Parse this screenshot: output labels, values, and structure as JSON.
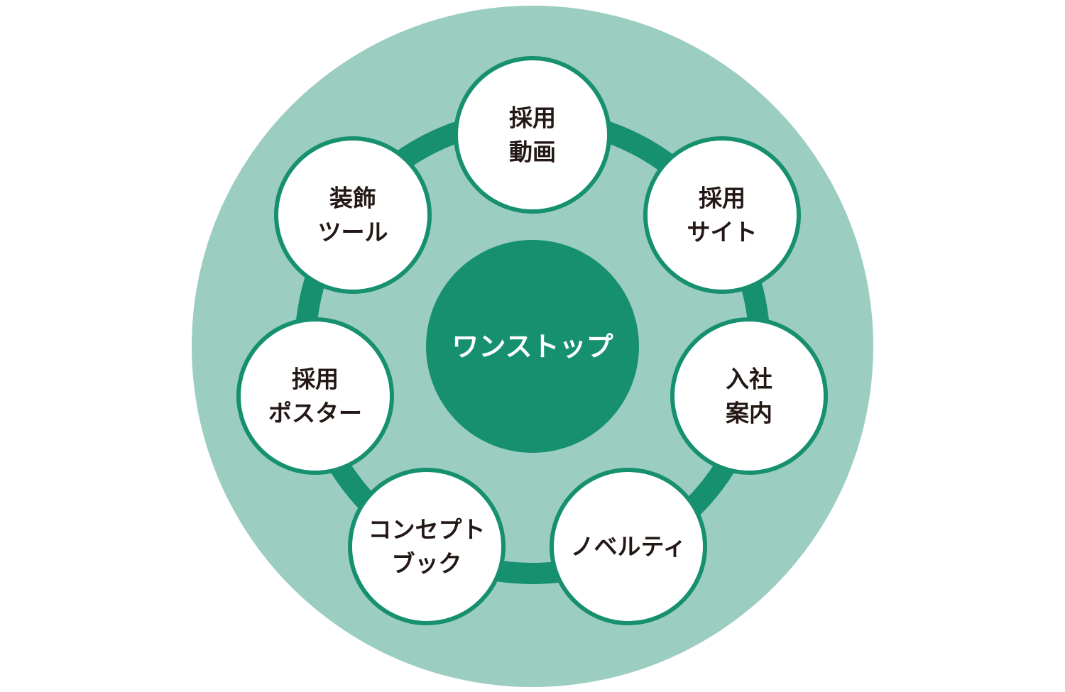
{
  "diagram": {
    "colors": {
      "outer_fill": "#9ccdc1",
      "ring_stroke": "#16906f",
      "center_fill": "#16906f",
      "node_fill": "#ffffff",
      "node_stroke": "#16906f",
      "node_text": "#231815",
      "center_text": "#ffffff"
    },
    "center": {
      "label": "ワンストップ"
    },
    "nodes": [
      {
        "id": "recruit-video",
        "lines": [
          "採用",
          "動画"
        ]
      },
      {
        "id": "recruit-site",
        "lines": [
          "採用",
          "サイト"
        ]
      },
      {
        "id": "onboarding-guide",
        "lines": [
          "入社",
          "案内"
        ]
      },
      {
        "id": "novelty",
        "lines": [
          "ノベルティ"
        ]
      },
      {
        "id": "concept-book",
        "lines": [
          "コンセプト",
          "ブック"
        ]
      },
      {
        "id": "recruit-poster",
        "lines": [
          "採用",
          "ポスター"
        ]
      },
      {
        "id": "decoration-tools",
        "lines": [
          "装飾",
          "ツール"
        ]
      }
    ]
  }
}
